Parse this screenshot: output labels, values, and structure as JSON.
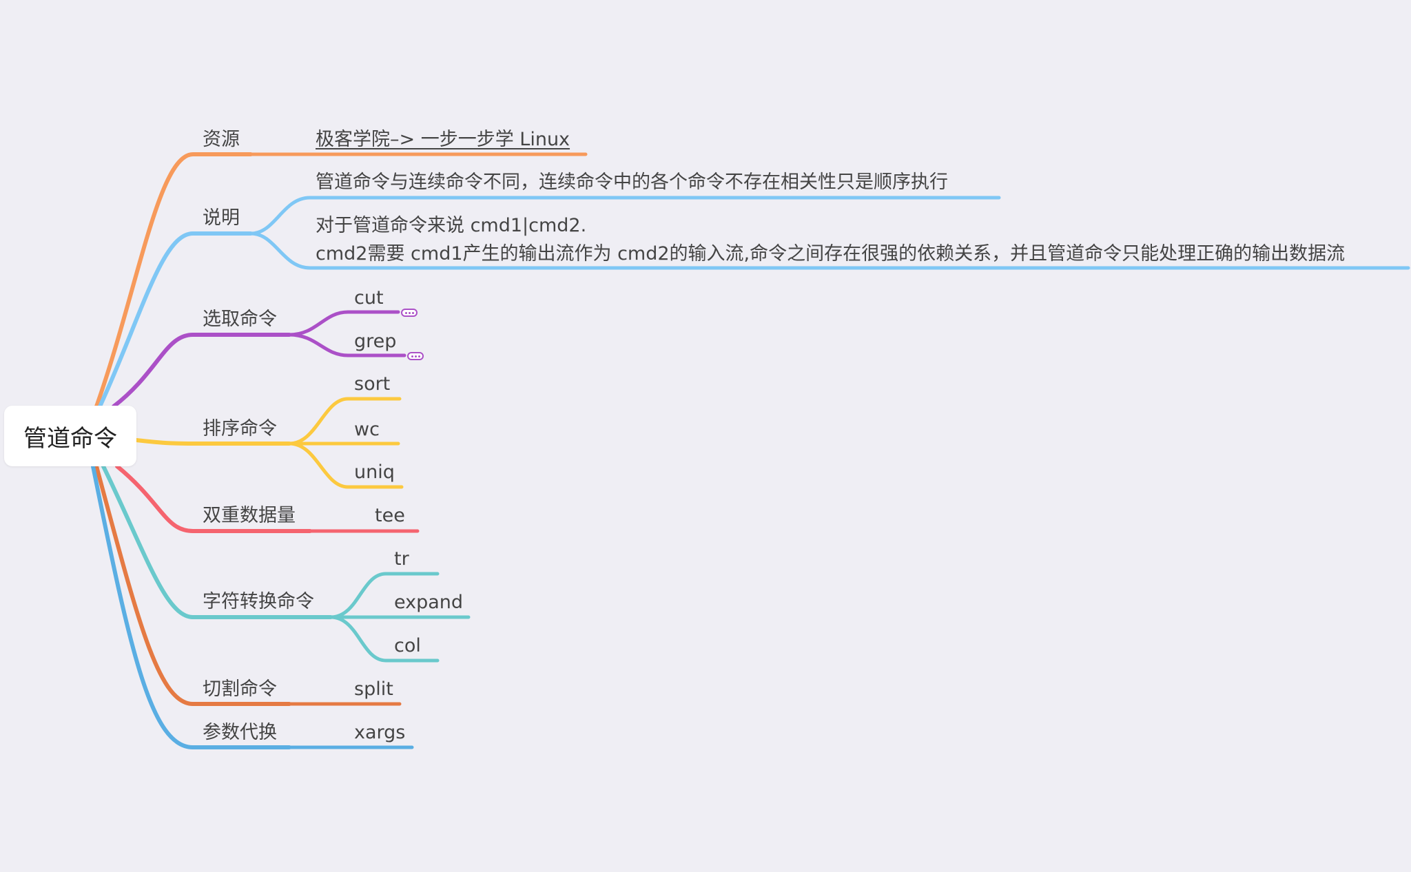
{
  "root": {
    "label": "管道命令"
  },
  "branches": [
    {
      "id": "resource",
      "label": "资源",
      "color": "#f79a5b",
      "children": [
        {
          "label": "极客学院–> 一步一步学 Linux",
          "link": true
        }
      ]
    },
    {
      "id": "desc",
      "label": "说明",
      "color": "#7fc7f5",
      "children": [
        {
          "label": "管道命令与连续命令不同，连续命令中的各个命令不存在相关性只是顺序执行"
        },
        {
          "lines": [
            "对于管道命令来说 cmd1|cmd2.",
            "cmd2需要 cmd1产生的输出流作为 cmd2的输入流,命令之间存在很强的依赖关系，并且管道命令只能处理正确的输出数据流"
          ]
        }
      ]
    },
    {
      "id": "select",
      "label": "选取命令",
      "color": "#ab50c7",
      "children": [
        {
          "label": "cut",
          "collapsed": true
        },
        {
          "label": "grep",
          "collapsed": true
        }
      ]
    },
    {
      "id": "sort",
      "label": "排序命令",
      "color": "#fcc93f",
      "children": [
        {
          "label": "sort"
        },
        {
          "label": "wc"
        },
        {
          "label": "uniq"
        }
      ]
    },
    {
      "id": "double",
      "label": "双重数据量",
      "color": "#f5646f",
      "children": [
        {
          "label": "tee"
        }
      ]
    },
    {
      "id": "convert",
      "label": "字符转换命令",
      "color": "#6ac9cc",
      "children": [
        {
          "label": "tr"
        },
        {
          "label": "expand"
        },
        {
          "label": "col"
        }
      ]
    },
    {
      "id": "cut",
      "label": "切割命令",
      "color": "#e57a43",
      "children": [
        {
          "label": "split"
        }
      ]
    },
    {
      "id": "param",
      "label": "参数代换",
      "color": "#5aaee3",
      "children": [
        {
          "label": "xargs"
        }
      ]
    }
  ]
}
